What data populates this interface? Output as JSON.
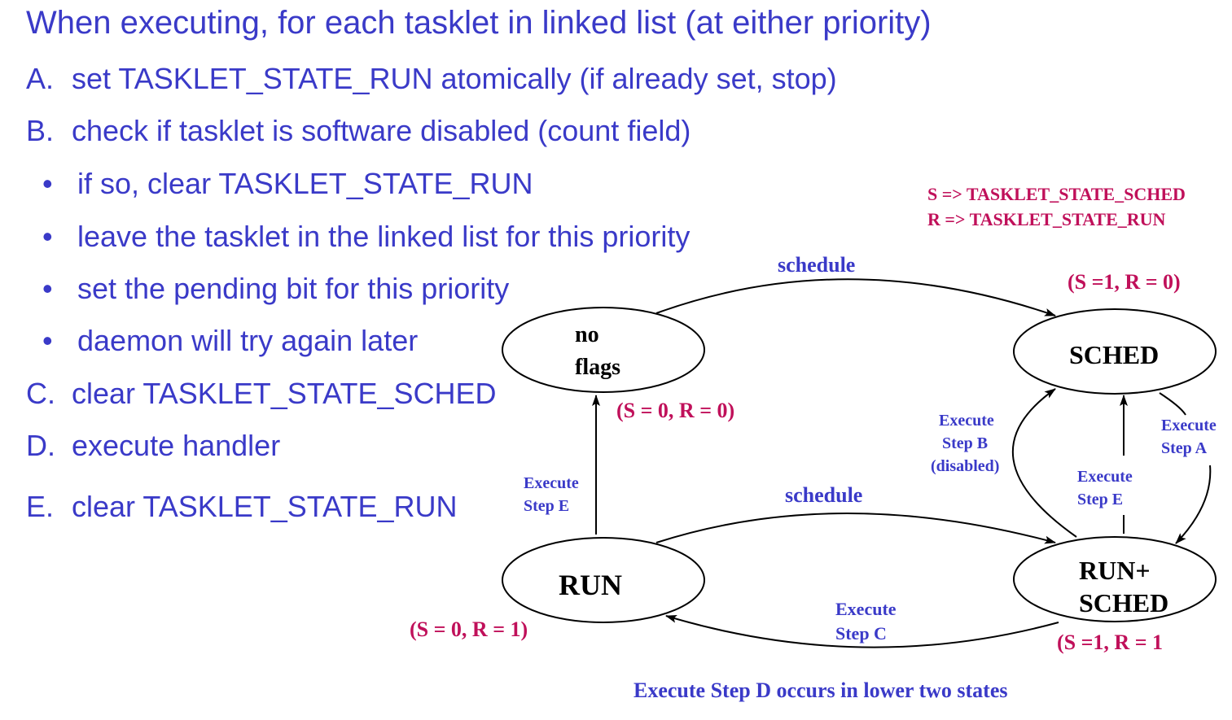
{
  "title": "When executing, for each tasklet in linked list (at either priority)",
  "steps": [
    {
      "key": "A.",
      "text": "set TASKLET_STATE_RUN atomically (if already set, stop)"
    },
    {
      "key": "B.",
      "text": "check if tasklet is software disabled (count field)"
    },
    {
      "key": "•",
      "text": "if so, clear TASKLET_STATE_RUN"
    },
    {
      "key": "•",
      "text": "leave the tasklet in the linked list for this priority"
    },
    {
      "key": "•",
      "text": "set the pending bit for this priority"
    },
    {
      "key": "•",
      "text": "daemon will try again later"
    },
    {
      "key": "C.",
      "text": "clear TASKLET_STATE_SCHED"
    },
    {
      "key": "D.",
      "text": "execute handler"
    },
    {
      "key": "E.",
      "text": "clear TASKLET_STATE_RUN"
    }
  ],
  "legend": {
    "s": "S => TASKLET_STATE_SCHED",
    "r": "R => TASKLET_STATE_RUN"
  },
  "states": {
    "no_flags": {
      "line1": "no",
      "line2": "flags",
      "values": "(S = 0, R = 0)"
    },
    "sched": {
      "label": "SCHED",
      "values": "(S =1, R = 0)"
    },
    "run": {
      "label": "RUN",
      "values": "(S = 0, R = 1)"
    },
    "run_sched": {
      "line1": "RUN+",
      "line2": "SCHED",
      "values": "(S =1, R = 1"
    }
  },
  "transitions": {
    "schedule_top": "schedule",
    "schedule_bottom": "schedule",
    "step_e_left": {
      "line1": "Execute",
      "line2": "Step E"
    },
    "step_b": {
      "line1": "Execute",
      "line2": "Step B",
      "line3": "(disabled)"
    },
    "step_e_right": {
      "line1": "Execute",
      "line2": "Step E"
    },
    "step_a": {
      "line1": "Execute",
      "line2": "Step A"
    },
    "step_c": {
      "line1": "Execute",
      "line2": "Step C"
    }
  },
  "footer": "Execute Step D occurs in lower two states",
  "colors": {
    "text_blue": "#3a3ac8",
    "label_blue": "#3a3ac8",
    "magenta": "#c0105a",
    "black": "#000000"
  }
}
